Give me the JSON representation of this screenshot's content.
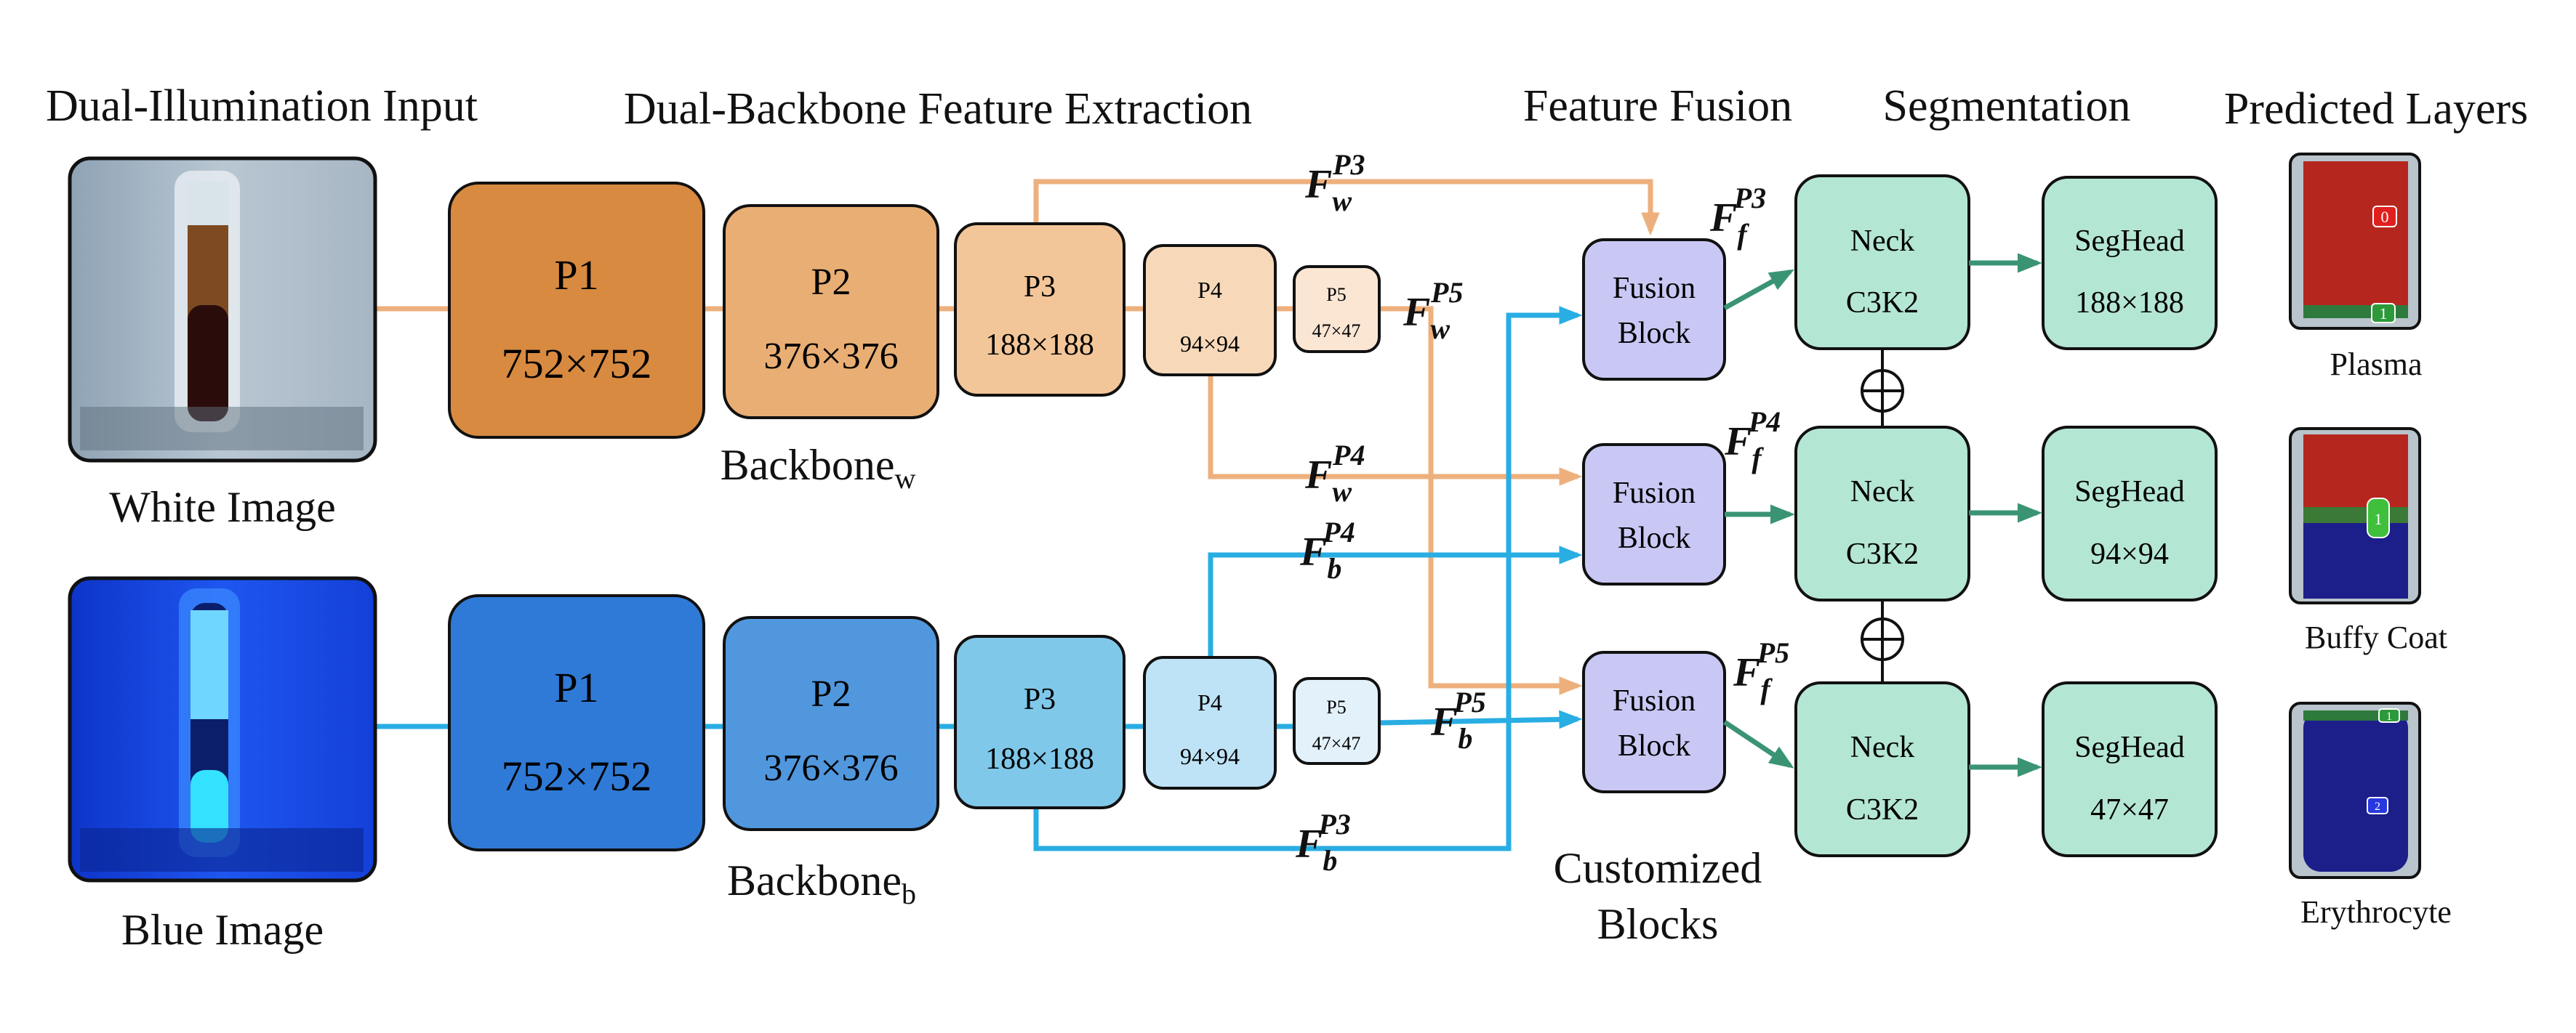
{
  "headers": {
    "input": "Dual-Illumination Input",
    "extraction": "Dual-Backbone Feature Extraction",
    "fusion": "Feature Fusion",
    "segmentation": "Segmentation",
    "predicted": "Predicted Layers"
  },
  "images": {
    "white_label": "White Image",
    "blue_label": "Blue Image"
  },
  "backbone_w": {
    "label": "Backbone",
    "sub": "w",
    "p1": {
      "name": "P1",
      "size": "752×752"
    },
    "p2": {
      "name": "P2",
      "size": "376×376"
    },
    "p3": {
      "name": "P3",
      "size": "188×188"
    },
    "p4": {
      "name": "P4",
      "size": "94×94"
    },
    "p5": {
      "name": "P5",
      "size": "47×47"
    }
  },
  "backbone_b": {
    "label": "Backbone",
    "sub": "b",
    "p1": {
      "name": "P1",
      "size": "752×752"
    },
    "p2": {
      "name": "P2",
      "size": "376×376"
    },
    "p3": {
      "name": "P3",
      "size": "188×188"
    },
    "p4": {
      "name": "P4",
      "size": "94×94"
    },
    "p5": {
      "name": "P5",
      "size": "47×47"
    }
  },
  "features": {
    "F": "F",
    "w": "w",
    "b": "b",
    "f": "f",
    "P3": "P3",
    "P4": "P4",
    "P5": "P5"
  },
  "fusion_block": {
    "line1": "Fusion",
    "line2": "Block"
  },
  "customized": {
    "line1": "Customized",
    "line2": "Blocks"
  },
  "neck": {
    "line1": "Neck",
    "line2": "C3K2"
  },
  "seghead": {
    "name": "SegHead",
    "sizes": [
      "188×188",
      "94×94",
      "47×47"
    ]
  },
  "layers": {
    "plasma": "Plasma",
    "buffy": "Buffy Coat",
    "erythrocyte": "Erythrocyte",
    "tag0": "0",
    "tag1": "1",
    "tag2": "2"
  },
  "colors": {
    "orange_line": "#EDB07D",
    "blue_line": "#29AEE3",
    "green_arrow": "#3A9474",
    "p1_w": "#D88A40",
    "p2_w": "#E9AE74",
    "p3_w": "#F3C699",
    "p4_w": "#F7D9BA",
    "p5_w": "#FBE6D4",
    "p1_b": "#2F7AD6",
    "p2_b": "#5097DD",
    "p3_b": "#7FC8EA",
    "p4_b": "#BFE3F6",
    "p5_b": "#E3F1FB",
    "fusion": "#C9C8F5",
    "neck": "#B4E6D4"
  }
}
